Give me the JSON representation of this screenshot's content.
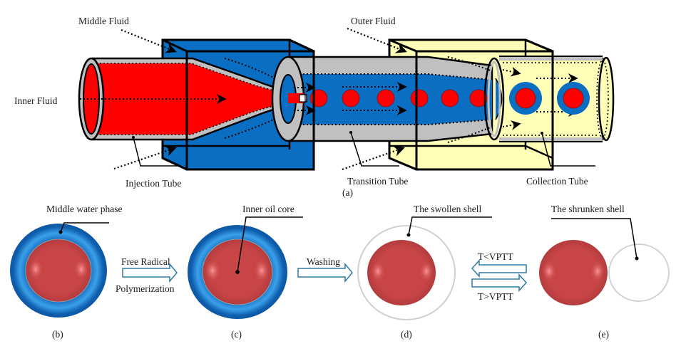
{
  "figure": {
    "panel_a": {
      "caption": "(a)",
      "labels": {
        "middle_fluid": "Middle Fluid",
        "outer_fluid": "Outer Fluid",
        "inner_fluid": "Inner Fluid",
        "injection_tube": "Injection Tube",
        "transition_tube": "Transition Tube",
        "collection_tube": "Collection Tube"
      },
      "droplets_in_transition_tube": 6,
      "double_emulsions_in_collection_tube": 2
    },
    "panel_b": {
      "caption": "(b)",
      "label": "Middle water phase"
    },
    "panel_c": {
      "caption": "(c)",
      "label": "Inner oil core"
    },
    "panel_d": {
      "caption": "(d)",
      "label": "The swollen shell"
    },
    "panel_e": {
      "caption": "(e)",
      "label": "The shrunken shell"
    },
    "arrows": {
      "b_to_c_top": "Free Radical",
      "b_to_c_bottom": "Polymerization",
      "c_to_d": "Washing",
      "d_e_top": "T<VPTT",
      "d_e_bottom": "T>VPTT"
    },
    "colors": {
      "inner_fluid": "#ff0000",
      "middle_fluid": "#0a6fc2",
      "outer_fluid": "#ffffb8",
      "tube_wall": "#c0c0c0",
      "core_sphere": "#cf4a4c",
      "arrow_outline": "#2e7aa6"
    }
  }
}
